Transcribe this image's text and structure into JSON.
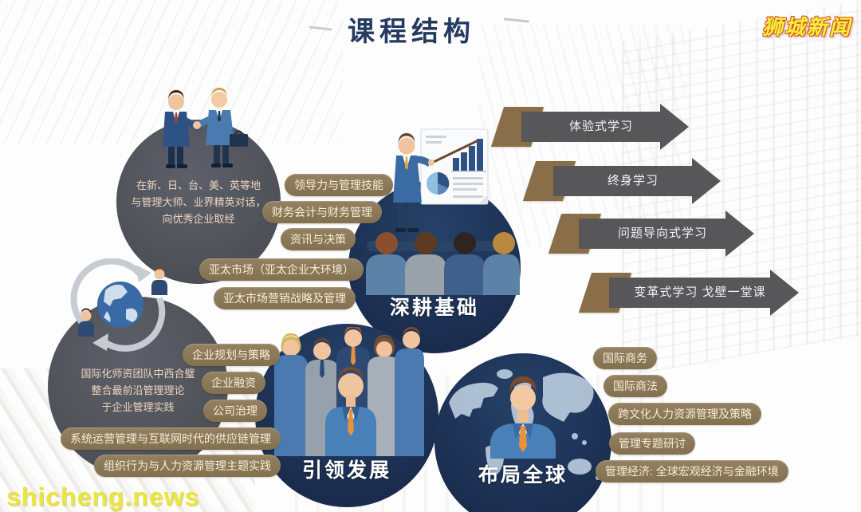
{
  "header": {
    "title": "课程结构",
    "logo": "狮城新闻"
  },
  "watermark": "shicheng.news",
  "bubbles": [
    {
      "text": "在新、日、台、美、英等地\n与管理大师、业界精英对话，\n向优秀企业取经"
    },
    {
      "text": "国际化师资团队中西合璧\n整合最前沿管理理论\n于企业管理实践"
    }
  ],
  "modules": [
    {
      "label": "深耕基础",
      "courses": [
        "领导力与管理技能",
        "财务会计与财务管理",
        "资讯与决策",
        "亚太市场（亚太企业大环境）",
        "亚太市场营销战略及管理"
      ]
    },
    {
      "label": "引领发展",
      "courses": [
        "企业规划与策略",
        "企业融资",
        "公司治理",
        "系统运营管理与互联网时代的供应链管理",
        "组织行为与人力资源管理主题实践"
      ]
    },
    {
      "label": "布局全球",
      "courses": [
        "国际商务",
        "国际商法",
        "跨文化人力资源管理及策略",
        "管理专题研讨",
        "管理经济: 全球宏观经济与金融环境"
      ]
    }
  ],
  "learning_arrows": [
    "体验式学习",
    "终身学习",
    "问题导向式学习",
    "变革式学习 戈壁一堂课"
  ],
  "colors": {
    "navy_circle": "#1a2c4e",
    "gray_circle": "#4d4f56",
    "pill_tan": "#8a7758",
    "arrow_chip_brown": "#8a6e49",
    "arrow_gray": "#57575a",
    "title_navy": "#243a60",
    "brand_yellow": "#f8ef3c",
    "brand_red_outline": "#d4562a"
  }
}
